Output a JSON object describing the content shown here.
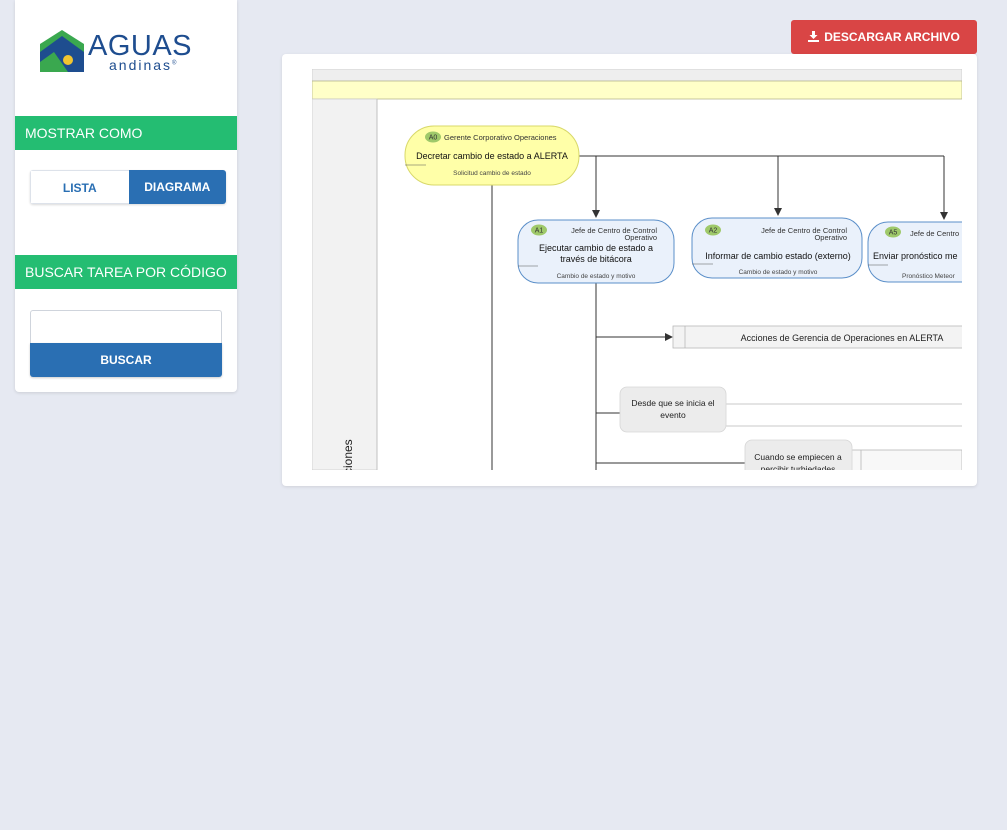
{
  "brand": {
    "name": "AGUAS",
    "sub": "andinas",
    "reg": "®",
    "colors": {
      "primary": "#1e4d8f",
      "green": "#3aa84f",
      "yellow": "#f2c530"
    }
  },
  "sidebar": {
    "show_as": {
      "header": "MOSTRAR COMO",
      "options": [
        {
          "label": "LISTA",
          "active": false
        },
        {
          "label": "DIAGRAMA",
          "active": true
        }
      ]
    },
    "search": {
      "header": "BUSCAR TAREA POR CÓDIGO",
      "value": "",
      "placeholder": "",
      "button": "BUSCAR"
    }
  },
  "toolbar": {
    "download_label": "DESCARGAR ARCHIVO",
    "download_icon": "download-icon"
  },
  "diagram": {
    "lane_label": "ciones",
    "start": {
      "code": "A0",
      "role": "Gerente Corporativo Operaciones",
      "title": "Decretar cambio de estado a ALERTA",
      "output": "Solicitud cambio de estado"
    },
    "tasks": [
      {
        "code": "A1",
        "role": "Jefe de Centro de Control Operativo",
        "title": "Ejecutar cambio de estado a través de bitácora",
        "output": "Cambio de estado y motivo"
      },
      {
        "code": "A2",
        "role": "Jefe de Centro de Control Operativo",
        "title": "Informar de cambio estado (externo)",
        "output": "Cambio de estado y motivo"
      },
      {
        "code": "A5",
        "role": "Jefe de Centro",
        "title": "Enviar pronóstico me",
        "output": "Pronóstico Meteor"
      }
    ],
    "subprocess": "Acciones de Gerencia de Operaciones en ALERTA",
    "conditions": [
      "Desde que se inicia el evento",
      "Cuando se empiecen a percibir turbiedades"
    ]
  },
  "colors": {
    "accent_green": "#24bd72",
    "accent_blue": "#2a6fb3",
    "danger": "#d94545",
    "background": "#e6e9f2"
  }
}
